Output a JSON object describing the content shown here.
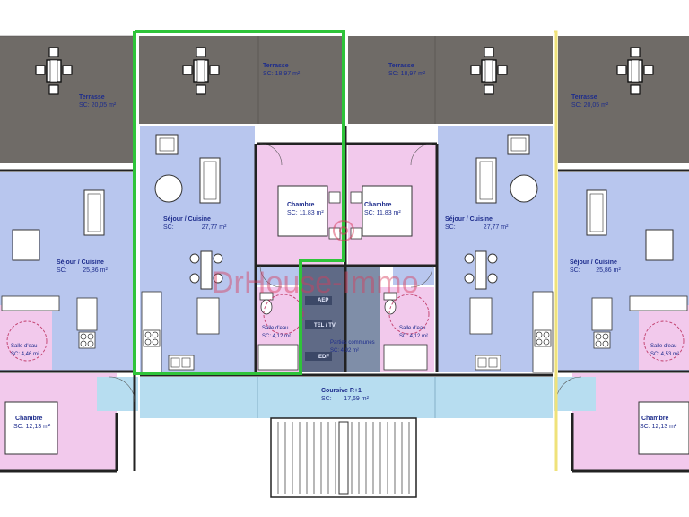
{
  "watermark": "DrHouse-Immo",
  "units": {
    "far_left": {
      "terrasse_name": "Terrasse",
      "terrasse_area": "SC: 20,05 m²",
      "sejour_name": "Séjour / Cuisine",
      "sejour_area_prefix": "SC:",
      "sejour_area": "25,86 m²",
      "sdb_name": "Salle d'eau",
      "sdb_area": "SC: 4,46 m²",
      "chambre_name": "Chambre",
      "chambre_area": "SC: 12,13 m²"
    },
    "center_left": {
      "terrasse_name": "Terrasse",
      "terrasse_area": "SC: 18,97 m²",
      "sejour_name": "Séjour / Cuisine",
      "sejour_area_prefix": "SC:",
      "sejour_area": "27,77 m²",
      "chambre_name": "Chambre",
      "chambre_area": "SC: 11,83 m²",
      "sdb_name": "Salle d'eau",
      "sdb_area": "SC: 4,12 m²"
    },
    "center_right": {
      "terrasse_name": "Terrasse",
      "terrasse_area": "SC: 18,97 m²",
      "sejour_name": "Séjour / Cuisine",
      "sejour_area_prefix": "SC:",
      "sejour_area": "27,77 m²",
      "chambre_name": "Chambre",
      "chambre_area": "SC: 11,83 m²",
      "sdb_name": "Salle d'eau",
      "sdb_area": "SC: 4,12 m²"
    },
    "far_right": {
      "terrasse_name": "Terrasse",
      "terrasse_area": "SC: 20,05 m²",
      "sejour_name": "Séjour / Cuisine",
      "sejour_area_prefix": "SC:",
      "sejour_area": "25,86 m²",
      "sdb_name": "Salle d'eau",
      "sdb_area": "SC: 4,53 m²",
      "chambre_name": "Chambre",
      "chambre_area": "SC: 12,13 m²"
    }
  },
  "common": {
    "aep": "AEP",
    "tel_tv": "TEL / TV",
    "edf": "EDF",
    "parties_name": "Parties communes",
    "parties_area": "SC: 4,92 m²",
    "coursive_name": "Coursive R+1",
    "coursive_area_prefix": "SC:",
    "coursive_area": "17,69 m²"
  },
  "colors": {
    "terrace": "#6f6b67",
    "living": "#b8c6ee",
    "bedroom": "#f2c9ec",
    "bathroom": "#c5cbd8",
    "coursive": "#b7ddf0",
    "highlight_green": "#2fc43a",
    "highlight_yellow": "#efe27a",
    "text": "#1d2c8c"
  }
}
